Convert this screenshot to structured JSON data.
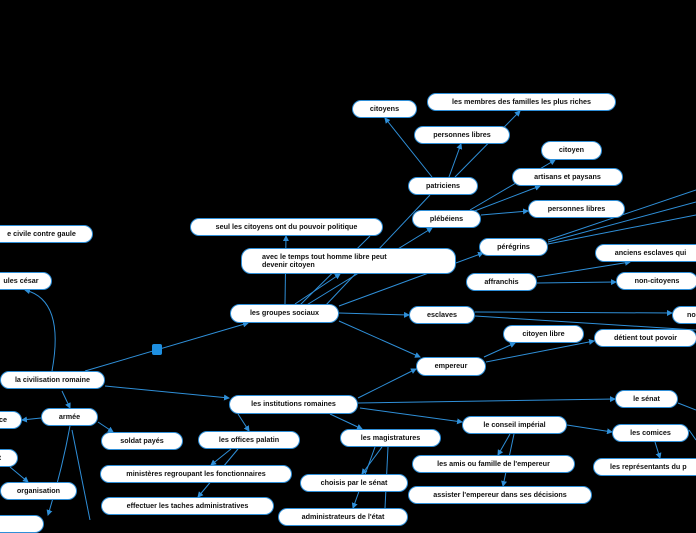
{
  "colors": {
    "background": "#000000",
    "line": "#2f8fd8",
    "node_fill": "#ffffff",
    "node_border": "#2f8fd8"
  },
  "nodes": {
    "civilisation": "la civilisation romaine",
    "groupes_sociaux": "les groupes sociaux",
    "institutions": "les institutions romaines",
    "guerre_civile": "e civile contre gaule",
    "jules_cesar": "ules césar",
    "pouvoir_politique": "seul les citoyens ont du pouvoir politique",
    "temps_libre": "avec le temps tout homme libre peut devenir citoyen",
    "citoyens": "citoyens",
    "familles_riches": "les membres des familles les plus riches",
    "personnes_libres_1": "personnes libres",
    "patriciens": "patriciens",
    "citoyen_1": "citoyen",
    "artisans": "artisans et paysans",
    "plebeiens": "plébéiens",
    "personnes_libres_2": "personnes libres",
    "peregrins": "pérégrins",
    "anciens_esclaves": "anciens esclaves qui",
    "affranchis": "affranchis",
    "non_citoyens": "non-citoyens",
    "esclaves": "esclaves",
    "no": "no",
    "citoyen_libre": "citoyen libre",
    "detient_pouvoir": "détient tout povoir",
    "empereur": "empereur",
    "armee": "armée",
    "ce": "ce",
    "t": "t",
    "soldat_paye": "soldat payés",
    "organisation": "organisation",
    "offices_palatin": "les offices palatin",
    "ministeres": "ministères regroupant les fonctionnaires",
    "taches_admin": "effectuer les taches administratives",
    "magistratures": "les magistratures",
    "choisis_senat": "choisis par le sénat",
    "administrateurs": "administrateurs de l'état",
    "conseil_imperial": "le conseil impérial",
    "amis_famille": "les amis ou famille de l'empereur",
    "assister_empereur": "assister l'empereur dans ses décisions",
    "senat": "le sénat",
    "comices": "les comices",
    "representants": "les représentants du p"
  }
}
